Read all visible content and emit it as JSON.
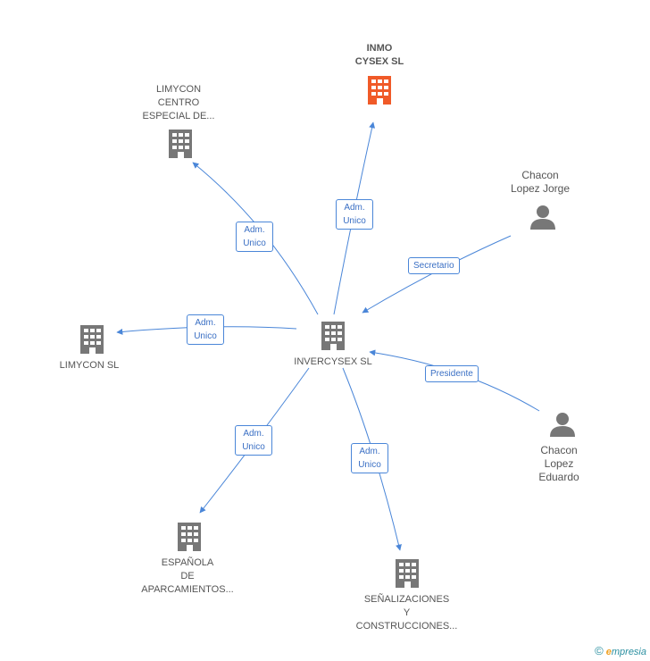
{
  "colors": {
    "edge": "#4a86d8",
    "building": "#777777",
    "highlight": "#f05a28",
    "person": "#777777"
  },
  "nodes": {
    "center": {
      "label": "INVERCYSEX  SL"
    },
    "inmo": {
      "label_line1": "INMO",
      "label_line2": "CYSEX SL"
    },
    "limycon_centro": {
      "label_line1": "LIMYCON",
      "label_line2": "CENTRO",
      "label_line3": "ESPECIAL DE..."
    },
    "limycon": {
      "label": "LIMYCON SL"
    },
    "espanola": {
      "label_line1": "ESPAÑOLA",
      "label_line2": "DE",
      "label_line3": "APARCAMIENTOS..."
    },
    "senalizaciones": {
      "label_line1": "SEÑALIZACIONES",
      "label_line2": "Y",
      "label_line3": "CONSTRUCCIONES..."
    },
    "jorge": {
      "label_line1": "Chacon",
      "label_line2": "Lopez Jorge"
    },
    "eduardo": {
      "label_line1": "Chacon",
      "label_line2": "Lopez",
      "label_line3": "Eduardo"
    }
  },
  "edges": {
    "to_inmo": {
      "line1": "Adm.",
      "line2": "Unico"
    },
    "to_limycon_centro": {
      "line1": "Adm.",
      "line2": "Unico"
    },
    "to_limycon": {
      "line1": "Adm.",
      "line2": "Unico"
    },
    "to_espanola": {
      "line1": "Adm.",
      "line2": "Unico"
    },
    "to_senalizaciones": {
      "line1": "Adm.",
      "line2": "Unico"
    },
    "from_jorge": {
      "label": "Secretario"
    },
    "from_eduardo": {
      "label": "Presidente"
    }
  },
  "footer": {
    "copyright": "©",
    "brand_first": "e",
    "brand_rest": "mpresia"
  }
}
